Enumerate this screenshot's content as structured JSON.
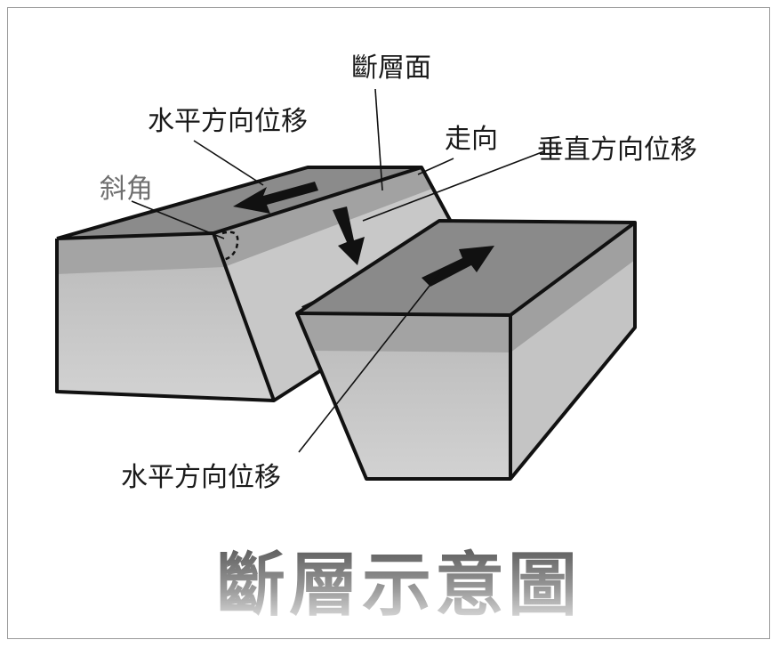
{
  "labels": {
    "fault_plane": "斷層面",
    "horizontal_displacement_top": "水平方向位移",
    "strike": "走向",
    "vertical_displacement": "垂直方向位移",
    "dip_angle": "斜角",
    "horizontal_displacement_bottom": "水平方向位移"
  },
  "title": "斷層示意圖",
  "colors": {
    "top_face": "#8a8a8a",
    "dark_band": "#a0a0a0",
    "side_face": "#c6c6c6",
    "outline": "#111111",
    "arrow": "#111111"
  }
}
